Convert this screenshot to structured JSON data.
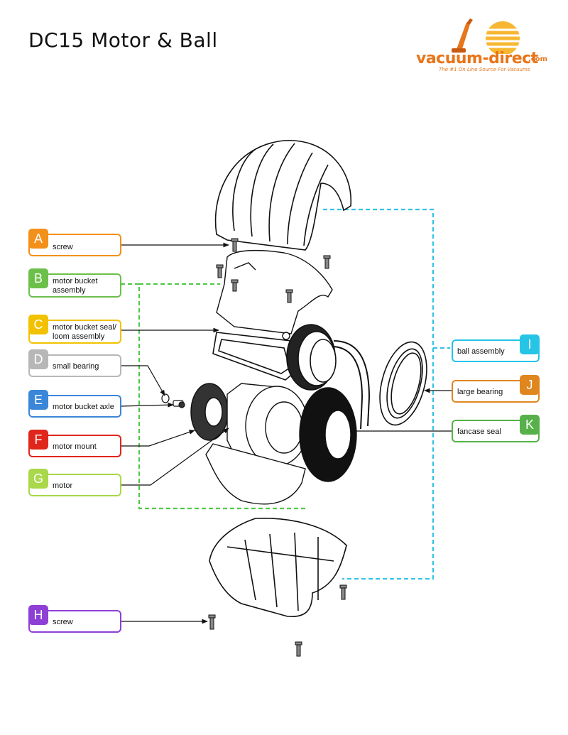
{
  "title": "DC15 Motor & Ball",
  "logo": {
    "brand": "vacuum-direct",
    "tld": ".com",
    "tagline": "The #1 On Line Source For Vacuums"
  },
  "colors": {
    "A": "#f39019",
    "B": "#6cc04a",
    "C": "#f2c200",
    "D": "#b7b7b7",
    "E": "#3a86d8",
    "F": "#e0261b",
    "G": "#a9d84a",
    "H": "#8e3fd6",
    "I": "#26c4e5",
    "J": "#e0861f",
    "K": "#57b14a",
    "dash_green": "#52c84a",
    "dash_cyan": "#34c2e8"
  },
  "parts": [
    {
      "letter": "A",
      "name": "screw"
    },
    {
      "letter": "B",
      "name": "motor bucket\nassembly"
    },
    {
      "letter": "C",
      "name": "motor bucket seal/\nloom assembly"
    },
    {
      "letter": "D",
      "name": "small bearing"
    },
    {
      "letter": "E",
      "name": "motor bucket axle"
    },
    {
      "letter": "F",
      "name": "motor mount"
    },
    {
      "letter": "G",
      "name": "motor"
    },
    {
      "letter": "H",
      "name": "screw"
    },
    {
      "letter": "I",
      "name": "ball assembly"
    },
    {
      "letter": "J",
      "name": "large bearing"
    },
    {
      "letter": "K",
      "name": "fancase seal"
    }
  ]
}
